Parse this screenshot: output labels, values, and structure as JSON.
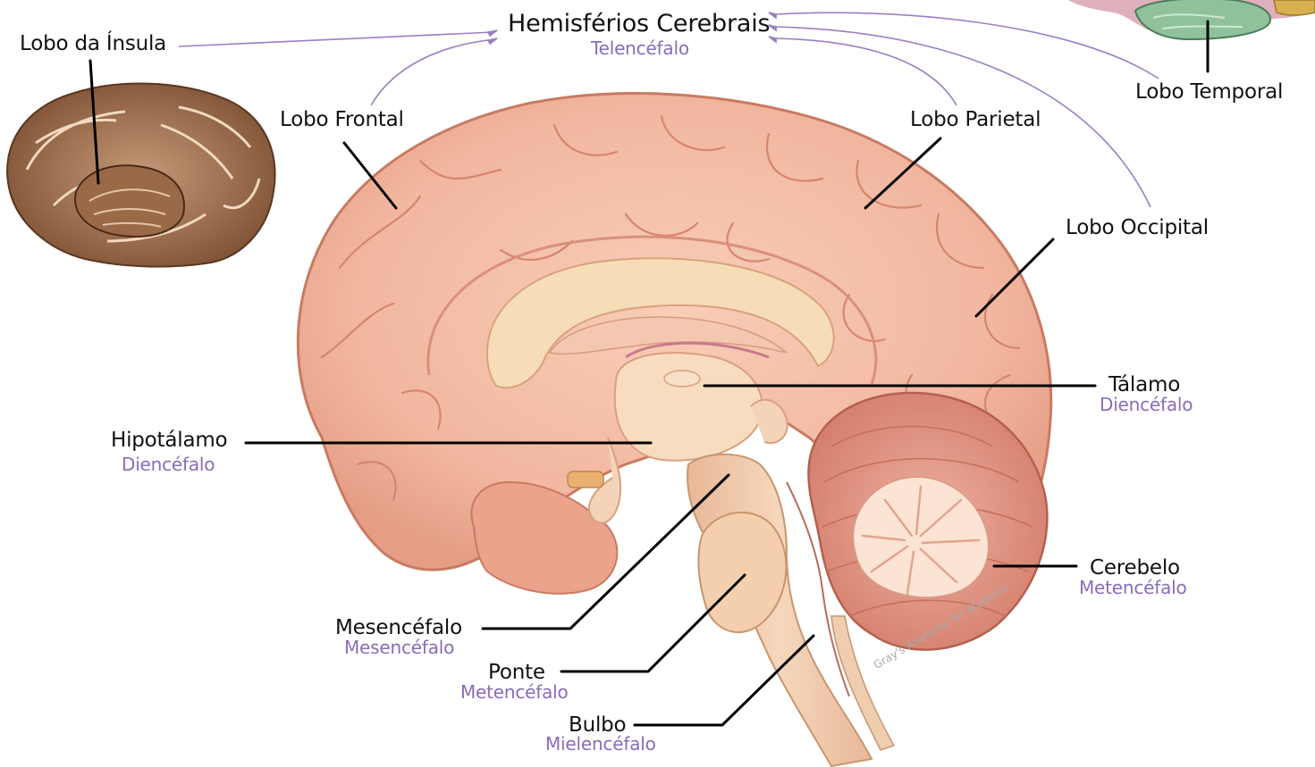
{
  "hemispheres": {
    "title": "Hemisférios Cerebrais",
    "subtitle": "Telencéfalo"
  },
  "lobes": {
    "insula": "Lobo da Ínsula",
    "frontal": "Lobo Frontal",
    "parietal": "Lobo Parietal",
    "temporal": "Lobo Temporal",
    "occipital": "Lobo Occipital"
  },
  "structures": {
    "thalamus": {
      "name": "Tálamo",
      "division": "Diencéfalo"
    },
    "hypothalamus": {
      "name": "Hipotálamo",
      "division": "Diencéfalo"
    },
    "cerebellum": {
      "name": "Cerebelo",
      "division": "Metencéfalo"
    },
    "midbrain": {
      "name": "Mesencéfalo",
      "division": "Mesencéfalo"
    },
    "pons": {
      "name": "Ponte",
      "division": "Metencéfalo"
    },
    "medulla": {
      "name": "Bulbo",
      "division": "Mielencéfalo"
    }
  },
  "watermark": "Gray's Anatomy for Students",
  "colors": {
    "cortex": "#f2b8a0",
    "cortex_edge": "#d9876e",
    "white_matter": "#f7dcc0",
    "brainstem": "#f0ccb0",
    "cerebellum": "#e89a88",
    "arbor_vitae": "#fbe4d4",
    "label_sub": "#8a6bb8",
    "leader": "#000000"
  }
}
